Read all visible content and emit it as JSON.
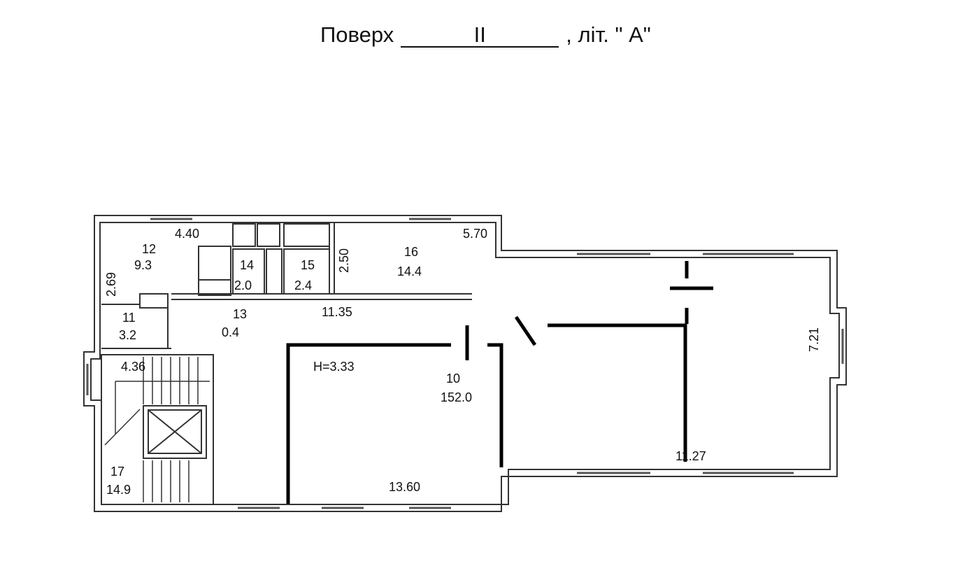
{
  "header": {
    "floor_label": "Поверх",
    "floor_value": "II",
    "letter_label": ", літ. \" А\""
  },
  "rooms": [
    {
      "number": "12",
      "area": "9.3"
    },
    {
      "number": "14",
      "area": "2.0"
    },
    {
      "number": "15",
      "area": "2.4"
    },
    {
      "number": "16",
      "area": "14.4"
    },
    {
      "number": "11",
      "area": "3.2"
    },
    {
      "number": "13",
      "area": "0.4"
    },
    {
      "number": "10",
      "area": "152.0"
    },
    {
      "number": "17",
      "area": "14.9"
    }
  ],
  "dimensions": {
    "d440": "4.40",
    "d570": "5.70",
    "d250": "2.50",
    "d269": "2.69",
    "d1135": "11.35",
    "d436": "4.36",
    "d721": "7.21",
    "d1127": "11.27",
    "d1360": "13.60"
  },
  "height_label": "H=3.33"
}
